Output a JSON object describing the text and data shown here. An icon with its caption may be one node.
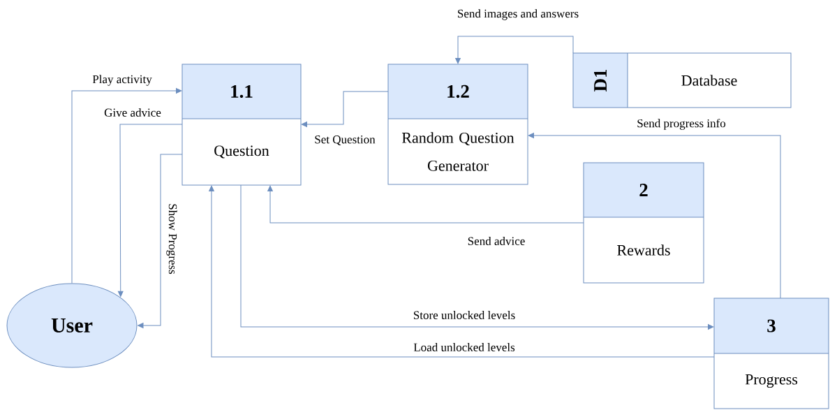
{
  "diagram": {
    "nodes": [
      {
        "text": [
          "User"
        ]
      },
      {
        "text": [
          "1.1",
          "Question"
        ]
      },
      {
        "text": [
          "1.2",
          "Random Question Generator"
        ]
      },
      {
        "text": [
          "D1",
          "Database"
        ]
      },
      {
        "text": [
          "2",
          "Rewards"
        ]
      },
      {
        "text": [
          "3",
          "Progress"
        ]
      }
    ],
    "edges": [
      {
        "from": 0,
        "to": 1,
        "arrow": "to",
        "label": "Play activity"
      },
      {
        "from": 1,
        "to": 0,
        "arrow": "to",
        "label": "Give advice"
      },
      {
        "from": 1,
        "to": 0,
        "arrow": "to",
        "label": "Show Progress"
      },
      {
        "from": 2,
        "to": 1,
        "arrow": "to",
        "label": "Set Question"
      },
      {
        "from": 3,
        "to": 2,
        "arrow": "to",
        "label": "Send images and answers"
      },
      {
        "from": 5,
        "to": 2,
        "arrow": "to",
        "label": "Send progress info"
      },
      {
        "from": 4,
        "to": 1,
        "arrow": "to",
        "label": "Send advice"
      },
      {
        "from": 1,
        "to": 5,
        "arrow": "to",
        "label": "Store unlocked levels"
      },
      {
        "from": 5,
        "to": 1,
        "arrow": "to",
        "label": "Load unlocked levels"
      }
    ]
  }
}
